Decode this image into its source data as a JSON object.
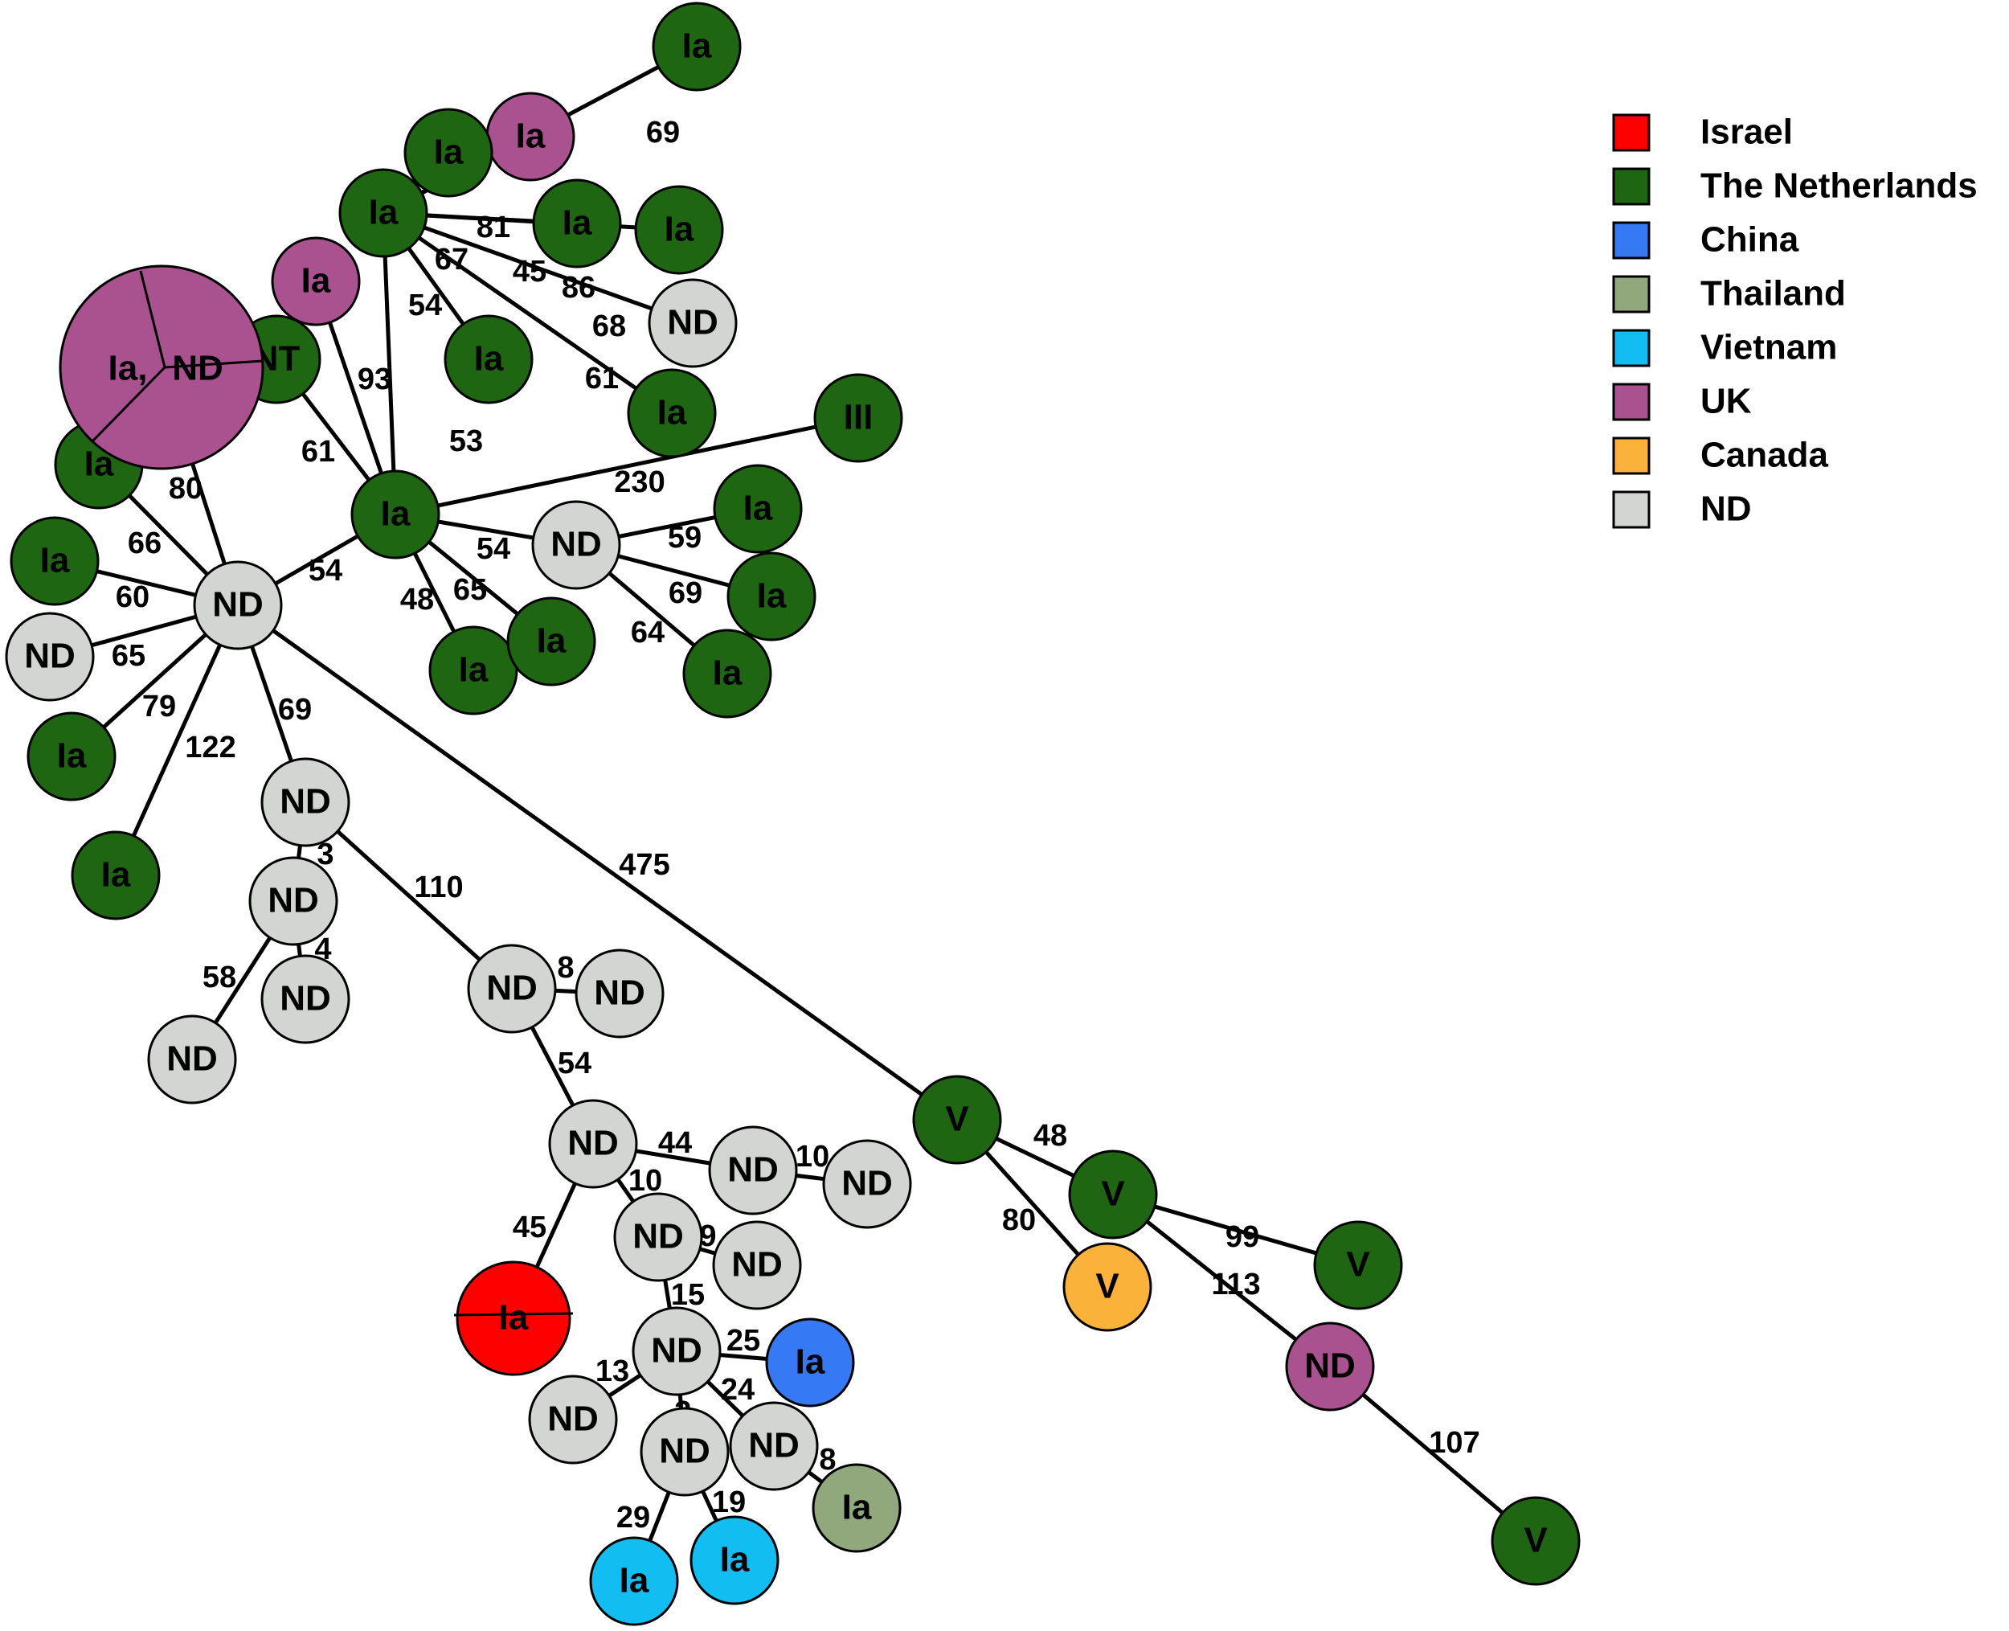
{
  "colors": {
    "Israel": "#ff0000",
    "The Netherlands": "#1e6612",
    "China": "#3579f5",
    "Thailand": "#90a87c",
    "Vietnam": "#12bdf2",
    "UK": "#a9528f",
    "Canada": "#fbb23a",
    "ND": "#d2d5d1"
  },
  "legend": [
    {
      "label": "Israel",
      "color": "#ff0000"
    },
    {
      "label": "The Netherlands",
      "color": "#1e6612"
    },
    {
      "label": "China",
      "color": "#3579f5"
    },
    {
      "label": "Thailand",
      "color": "#90a87c"
    },
    {
      "label": "Vietnam",
      "color": "#12bdf2"
    },
    {
      "label": "UK",
      "color": "#a9528f"
    },
    {
      "label": "Canada",
      "color": "#fbb23a"
    },
    {
      "label": "ND",
      "color": "#d2d5d1"
    }
  ],
  "nodes": [
    {
      "id": "n1",
      "label": "Ia",
      "country": "The Netherlands"
    },
    {
      "id": "n2",
      "label": "Ia",
      "country": "UK"
    },
    {
      "id": "n3",
      "label": "Ia",
      "country": "The Netherlands"
    },
    {
      "id": "n4",
      "label": "Ia",
      "country": "The Netherlands"
    },
    {
      "id": "n5",
      "label": "Ia",
      "country": "The Netherlands"
    },
    {
      "id": "n6",
      "label": "Ia",
      "country": "The Netherlands"
    },
    {
      "id": "n7",
      "label": "Ia",
      "country": "UK"
    },
    {
      "id": "n8",
      "label": "ND",
      "country": "ND"
    },
    {
      "id": "n9",
      "label": "Ia",
      "country": "The Netherlands"
    },
    {
      "id": "n10",
      "label": "Ia",
      "country": "The Netherlands"
    },
    {
      "id": "n11",
      "label": "NT",
      "country": "The Netherlands"
    },
    {
      "id": "n12",
      "label": "III",
      "country": "The Netherlands"
    },
    {
      "id": "n13",
      "label": "Ia",
      "country": "The Netherlands"
    },
    {
      "id": "n14",
      "label": "Ia",
      "country": "The Netherlands"
    },
    {
      "id": "n15",
      "label": "ND",
      "country": "ND"
    },
    {
      "id": "n16",
      "label": "Ia",
      "country": "The Netherlands"
    },
    {
      "id": "n17",
      "label": "Ia",
      "country": "The Netherlands"
    },
    {
      "id": "n18",
      "label": "Ia",
      "country": "The Netherlands"
    },
    {
      "id": "n19",
      "label": "ND",
      "country": "ND"
    },
    {
      "id": "n20",
      "label": "ND",
      "country": "ND"
    },
    {
      "id": "n21",
      "label": "Ia",
      "country": "The Netherlands"
    },
    {
      "id": "n22",
      "label": "Ia",
      "country": "The Netherlands"
    },
    {
      "id": "n23",
      "label": "Ia",
      "country": "The Netherlands"
    },
    {
      "id": "n24",
      "label": "Ia",
      "country": "The Netherlands"
    },
    {
      "id": "n25",
      "label": "ND",
      "country": "ND"
    },
    {
      "id": "n26",
      "label": "ND",
      "country": "ND"
    },
    {
      "id": "n27",
      "label": "ND",
      "country": "ND"
    },
    {
      "id": "n28",
      "label": "Ia",
      "country": "The Netherlands"
    },
    {
      "id": "n29",
      "label": "ND",
      "country": "ND"
    },
    {
      "id": "n30",
      "label": "ND",
      "country": "ND"
    },
    {
      "id": "n31",
      "label": "ND",
      "country": "ND"
    },
    {
      "id": "n32",
      "label": "ND",
      "country": "ND"
    },
    {
      "id": "n33",
      "label": "ND",
      "country": "ND"
    },
    {
      "id": "n34",
      "label": "ND",
      "country": "ND"
    },
    {
      "id": "n35",
      "label": "ND",
      "country": "ND"
    },
    {
      "id": "n36",
      "label": "Ia",
      "country": "Israel"
    },
    {
      "id": "n37",
      "label": "ND",
      "country": "ND"
    },
    {
      "id": "n38",
      "label": "Ia",
      "country": "China"
    },
    {
      "id": "n39",
      "label": "ND",
      "country": "ND"
    },
    {
      "id": "n40",
      "label": "ND",
      "country": "ND"
    },
    {
      "id": "n41",
      "label": "ND",
      "country": "ND"
    },
    {
      "id": "n42",
      "label": "Ia",
      "country": "Thailand"
    },
    {
      "id": "n43",
      "label": "Ia",
      "country": "Vietnam"
    },
    {
      "id": "n44",
      "label": "Ia",
      "country": "Vietnam"
    },
    {
      "id": "n45",
      "label": "V",
      "country": "The Netherlands"
    },
    {
      "id": "n46",
      "label": "V",
      "country": "The Netherlands"
    },
    {
      "id": "n47",
      "label": "V",
      "country": "Canada"
    },
    {
      "id": "n48",
      "label": "V",
      "country": "The Netherlands"
    },
    {
      "id": "n49",
      "label": "ND",
      "country": "UK"
    },
    {
      "id": "n50",
      "label": "V",
      "country": "The Netherlands"
    },
    {
      "id": "n51",
      "label": "Ia,",
      "label2": "ND",
      "country": "UK"
    }
  ],
  "edges": [
    {
      "from": "n4",
      "to": "n1",
      "label": "69"
    },
    {
      "from": "n4",
      "to": "n2",
      "label": "81"
    },
    {
      "from": "n4",
      "to": "n3",
      "label": "67"
    },
    {
      "from": "n4",
      "to": "n5",
      "label": "54"
    },
    {
      "from": "n4",
      "to": "n6",
      "label": "45"
    },
    {
      "from": "n4",
      "to": "n9",
      "label": "86"
    },
    {
      "from": "n4",
      "to": "n8",
      "label": "68"
    },
    {
      "from": "n4",
      "to": "n10",
      "label": "61"
    },
    {
      "from": "n13",
      "to": "n4",
      "label": "53"
    },
    {
      "from": "n13",
      "to": "n7",
      "label": "93"
    },
    {
      "from": "n13",
      "to": "n11",
      "label": "61"
    },
    {
      "from": "n11",
      "to": "n51",
      "label": ""
    },
    {
      "from": "n13",
      "to": "n12",
      "label": "230"
    },
    {
      "from": "n13",
      "to": "n15",
      "label": "54"
    },
    {
      "from": "n15",
      "to": "n16",
      "label": "59"
    },
    {
      "from": "n15",
      "to": "n17",
      "label": "69"
    },
    {
      "from": "n15",
      "to": "n18",
      "label": "64"
    },
    {
      "from": "n13",
      "to": "n21",
      "label": "48"
    },
    {
      "from": "n13",
      "to": "n22",
      "label": "65"
    },
    {
      "from": "n19",
      "to": "n13",
      "label": "54"
    },
    {
      "from": "n19",
      "to": "n51",
      "label": "80"
    },
    {
      "from": "n19",
      "to": "n14",
      "label": "66"
    },
    {
      "from": "n19",
      "to": "n23",
      "label": "60"
    },
    {
      "from": "n19",
      "to": "n20",
      "label": "65"
    },
    {
      "from": "n19",
      "to": "n24",
      "label": "79"
    },
    {
      "from": "n19",
      "to": "n28",
      "label": "122"
    },
    {
      "from": "n19",
      "to": "n25",
      "label": "69"
    },
    {
      "from": "n19",
      "to": "n45",
      "label": "475"
    },
    {
      "from": "n25",
      "to": "n26",
      "label": "3"
    },
    {
      "from": "n26",
      "to": "n27",
      "label": "4"
    },
    {
      "from": "n26",
      "to": "n31",
      "label": "58"
    },
    {
      "from": "n25",
      "to": "n29",
      "label": "110"
    },
    {
      "from": "n29",
      "to": "n30",
      "label": "8"
    },
    {
      "from": "n29",
      "to": "n32",
      "label": "54"
    },
    {
      "from": "n32",
      "to": "n33",
      "label": "44"
    },
    {
      "from": "n33",
      "to": "n34",
      "label": "10"
    },
    {
      "from": "n32",
      "to": "n35",
      "label": "10"
    },
    {
      "from": "n32",
      "to": "n36",
      "label": "45"
    },
    {
      "from": "n35",
      "to": "n37",
      "label": "9"
    },
    {
      "from": "n35",
      "to": "n39",
      "label": "15"
    },
    {
      "from": "n39",
      "to": "n38",
      "label": "25"
    },
    {
      "from": "n39",
      "to": "n40",
      "label": "13"
    },
    {
      "from": "n39",
      "to": "n41",
      "label": "24"
    },
    {
      "from": "n39",
      "to": "n0b",
      "label": "3"
    },
    {
      "from": "n41",
      "to": "n42",
      "label": "8"
    },
    {
      "from": "n0b",
      "to": "n43",
      "label": "29"
    },
    {
      "from": "n0b",
      "to": "n44",
      "label": "19"
    },
    {
      "from": "n45",
      "to": "n46",
      "label": "48"
    },
    {
      "from": "n45",
      "to": "n47",
      "label": "80"
    },
    {
      "from": "n46",
      "to": "n48",
      "label": "99"
    },
    {
      "from": "n46",
      "to": "n49",
      "label": "113"
    },
    {
      "from": "n49",
      "to": "n50",
      "label": "107"
    }
  ],
  "extra_nodes": [
    {
      "id": "n0b",
      "label": "ND",
      "country": "ND"
    }
  ]
}
